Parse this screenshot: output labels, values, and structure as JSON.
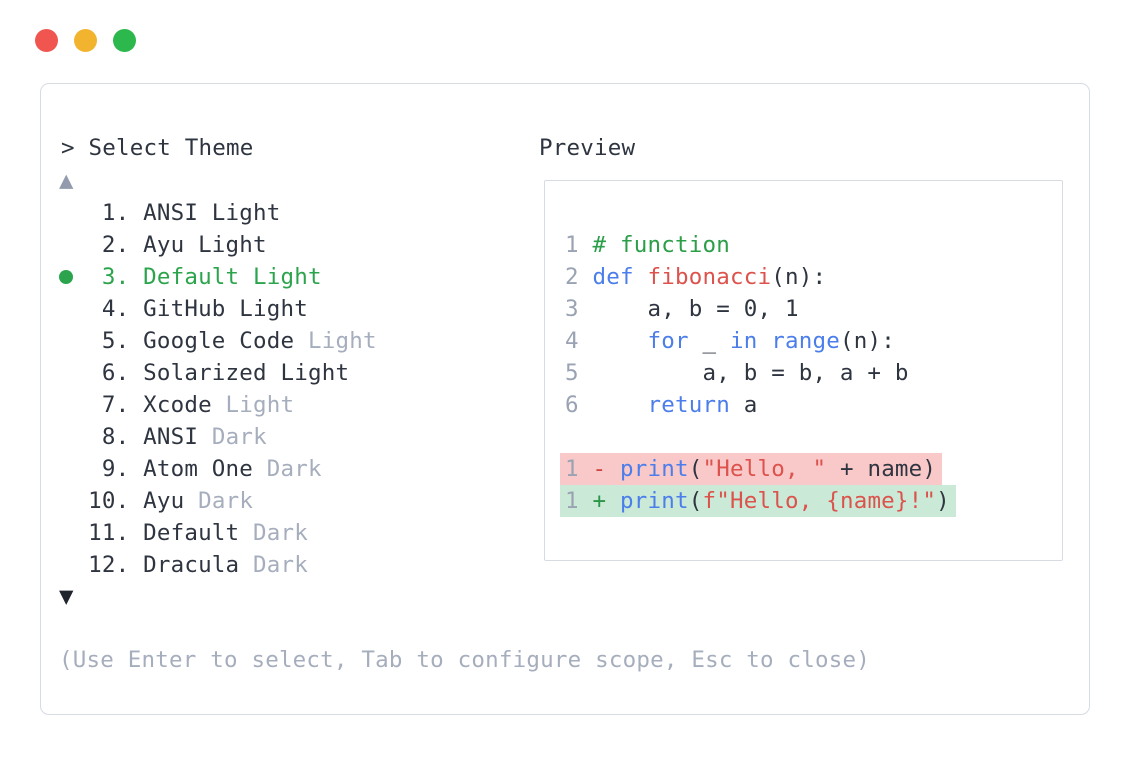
{
  "window": {
    "traffic_lights": [
      {
        "name": "close",
        "color": "#f0564f"
      },
      {
        "name": "minimize",
        "color": "#f2b42e"
      },
      {
        "name": "zoom",
        "color": "#2db84d"
      }
    ]
  },
  "theme_picker": {
    "prompt": "> Select Theme",
    "scroll_up_glyph": "▲",
    "scroll_down_glyph": "▼",
    "items": [
      {
        "number": " 1.",
        "name": "ANSI Light",
        "variant": "",
        "selected": false
      },
      {
        "number": " 2.",
        "name": "Ayu Light",
        "variant": "",
        "selected": false
      },
      {
        "number": " 3.",
        "name": "Default Light",
        "variant": "",
        "selected": true
      },
      {
        "number": " 4.",
        "name": "GitHub Light",
        "variant": "",
        "selected": false
      },
      {
        "number": " 5.",
        "name": "Google Code",
        "variant": "Light",
        "selected": false
      },
      {
        "number": " 6.",
        "name": "Solarized Light",
        "variant": "",
        "selected": false
      },
      {
        "number": " 7.",
        "name": "Xcode",
        "variant": "Light",
        "selected": false
      },
      {
        "number": " 8.",
        "name": "ANSI",
        "variant": "Dark",
        "selected": false
      },
      {
        "number": " 9.",
        "name": "Atom One",
        "variant": "Dark",
        "selected": false
      },
      {
        "number": "10.",
        "name": "Ayu",
        "variant": "Dark",
        "selected": false
      },
      {
        "number": "11.",
        "name": "Default",
        "variant": "Dark",
        "selected": false
      },
      {
        "number": "12.",
        "name": "Dracula",
        "variant": "Dark",
        "selected": false
      }
    ],
    "help_text": "(Use Enter to select, Tab to configure scope, Esc to close)"
  },
  "preview": {
    "title": "Preview",
    "code_lines": [
      {
        "num": "1",
        "tokens": [
          [
            "# function",
            "comment"
          ]
        ]
      },
      {
        "num": "2",
        "tokens": [
          [
            "def",
            "keyword"
          ],
          [
            " ",
            "plain"
          ],
          [
            "fibonacci",
            "red"
          ],
          [
            "(n):",
            "plain"
          ]
        ]
      },
      {
        "num": "3",
        "tokens": [
          [
            "    a, b = 0, 1",
            "plain"
          ]
        ]
      },
      {
        "num": "4",
        "tokens": [
          [
            "    ",
            "plain"
          ],
          [
            "for",
            "keyword"
          ],
          [
            " _ ",
            "plain"
          ],
          [
            "in",
            "keyword"
          ],
          [
            " ",
            "plain"
          ],
          [
            "range",
            "keyword"
          ],
          [
            "(n):",
            "plain"
          ]
        ]
      },
      {
        "num": "5",
        "tokens": [
          [
            "        a, b = b, a + b",
            "plain"
          ]
        ]
      },
      {
        "num": "6",
        "tokens": [
          [
            "    ",
            "plain"
          ],
          [
            "return",
            "keyword"
          ],
          [
            " a",
            "plain"
          ]
        ]
      }
    ],
    "diff_lines": [
      {
        "num": "1",
        "sign": "- ",
        "sign_style": "minus",
        "bg": "removed",
        "tokens": [
          [
            "print",
            "keyword"
          ],
          [
            "(",
            "plain"
          ],
          [
            "\"Hello, \"",
            "red"
          ],
          [
            " + name)",
            "plain"
          ]
        ]
      },
      {
        "num": "1",
        "sign": "+ ",
        "sign_style": "plus",
        "bg": "added",
        "tokens": [
          [
            "print",
            "keyword"
          ],
          [
            "(",
            "plain"
          ],
          [
            "f\"Hello, {name}!\"",
            "red"
          ],
          [
            ")",
            "plain"
          ]
        ]
      }
    ]
  },
  "colors": {
    "text_dark": "#2f3540",
    "text_muted": "#a6aebd",
    "selection_green": "#2ca44d",
    "arrow_up": "#929cae",
    "arrow_down": "#20242c",
    "border": "#d7dbe2",
    "code_comment": "#2b9e48",
    "code_keyword": "#4b7eea",
    "code_red": "#dc524c",
    "diff_minus": "#cc4540",
    "diff_plus": "#2b9548",
    "diff_removed_bg": "#f9c8c8",
    "diff_added_bg": "#cae9d6",
    "line_number": "#9aa3b3"
  }
}
